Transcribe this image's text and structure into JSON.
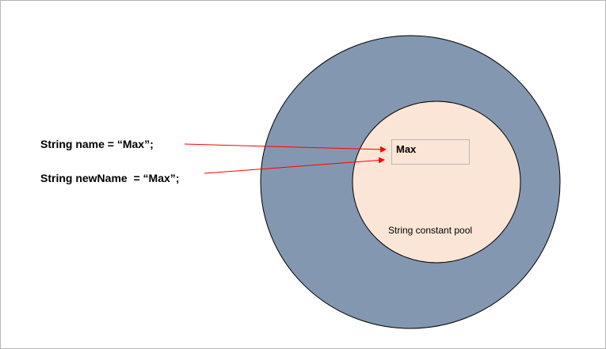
{
  "code_lines": [
    "String name = “Max”;",
    "String newName  = “Max”;"
  ],
  "pool": {
    "value": "Max",
    "label": "String constant pool"
  },
  "colors": {
    "outer_circle": "#8497b0",
    "inner_circle": "#fbe5d6",
    "arrow": "#ff0000",
    "outline": "#000000"
  }
}
